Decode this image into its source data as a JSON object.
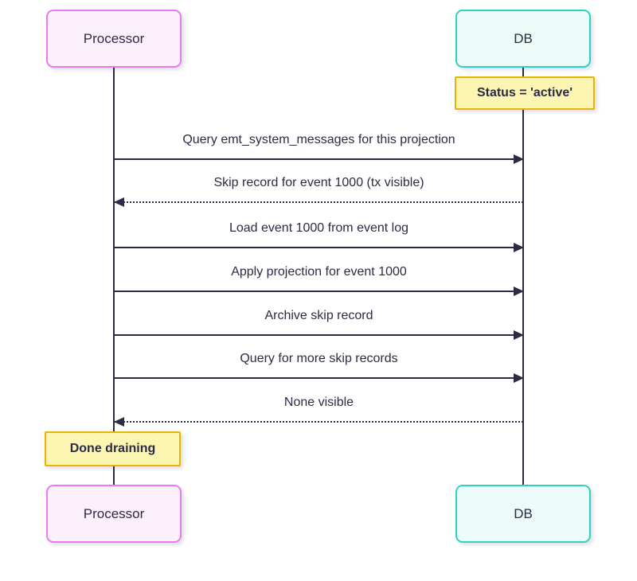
{
  "diagram": {
    "type": "sequence",
    "actors": {
      "processor": {
        "label": "Processor",
        "border_color": "#e87bf2",
        "fill_color": "#fdf0fd"
      },
      "db": {
        "label": "DB",
        "border_color": "#2bd4c0",
        "fill_color": "#edfbf8"
      }
    },
    "notes": {
      "status": {
        "text": "Status = 'active'",
        "over": "DB",
        "border_color": "#eab308",
        "fill_color": "#fdf6b2"
      },
      "done": {
        "text": "Done draining",
        "over": "Processor",
        "border_color": "#eab308",
        "fill_color": "#fdf6b2"
      }
    },
    "messages": [
      {
        "label": "Query emt_system_messages for this projection",
        "from": "Processor",
        "to": "DB",
        "line": "solid"
      },
      {
        "label": "Skip record for event 1000 (tx visible)",
        "from": "DB",
        "to": "Processor",
        "line": "dotted"
      },
      {
        "label": "Load event 1000 from event log",
        "from": "Processor",
        "to": "DB",
        "line": "solid"
      },
      {
        "label": "Apply projection for event 1000",
        "from": "Processor",
        "to": "DB",
        "line": "solid"
      },
      {
        "label": "Archive skip record",
        "from": "Processor",
        "to": "DB",
        "line": "solid"
      },
      {
        "label": "Query for more skip records",
        "from": "Processor",
        "to": "DB",
        "line": "solid"
      },
      {
        "label": "None visible",
        "from": "DB",
        "to": "Processor",
        "line": "dotted"
      }
    ],
    "line_color": "#2b2b45",
    "background_color": "#ffffff"
  }
}
